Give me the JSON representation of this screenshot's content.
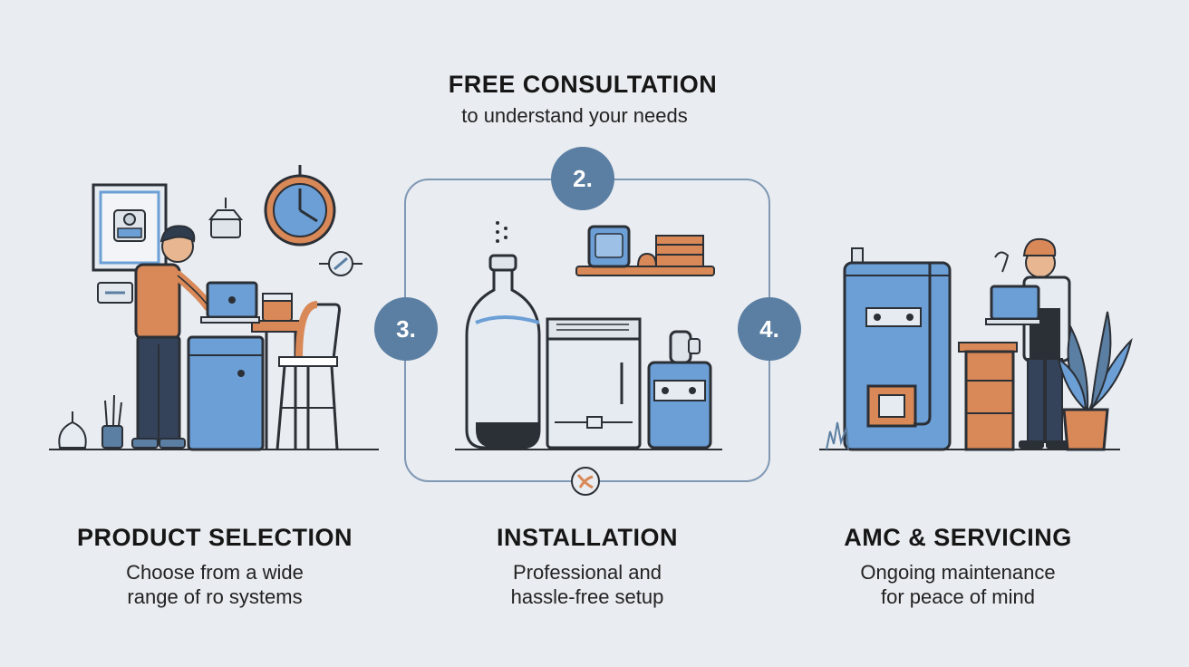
{
  "top": {
    "title": "FREE CONSULTATION",
    "subtitle": "to understand your needs"
  },
  "steps": [
    {
      "title": "PRODUCT SELECTION",
      "line1": "Choose from a wide",
      "line2": "range of ro systems"
    },
    {
      "title": "INSTALLATION",
      "line1": "Professional and",
      "line2": "hassle-free setup"
    },
    {
      "title": "AMC & SERVICING",
      "line1": "Ongoing maintenance",
      "line2": "for peace of mind"
    }
  ],
  "badges": [
    "2.",
    "3.",
    "4."
  ],
  "colors": {
    "background": "#e9ecf0",
    "blue": "#6b9fd6",
    "badge": "#5b7fa3",
    "orange": "#d98857",
    "outline": "#2b2f36",
    "frame": "#7f98b4"
  }
}
